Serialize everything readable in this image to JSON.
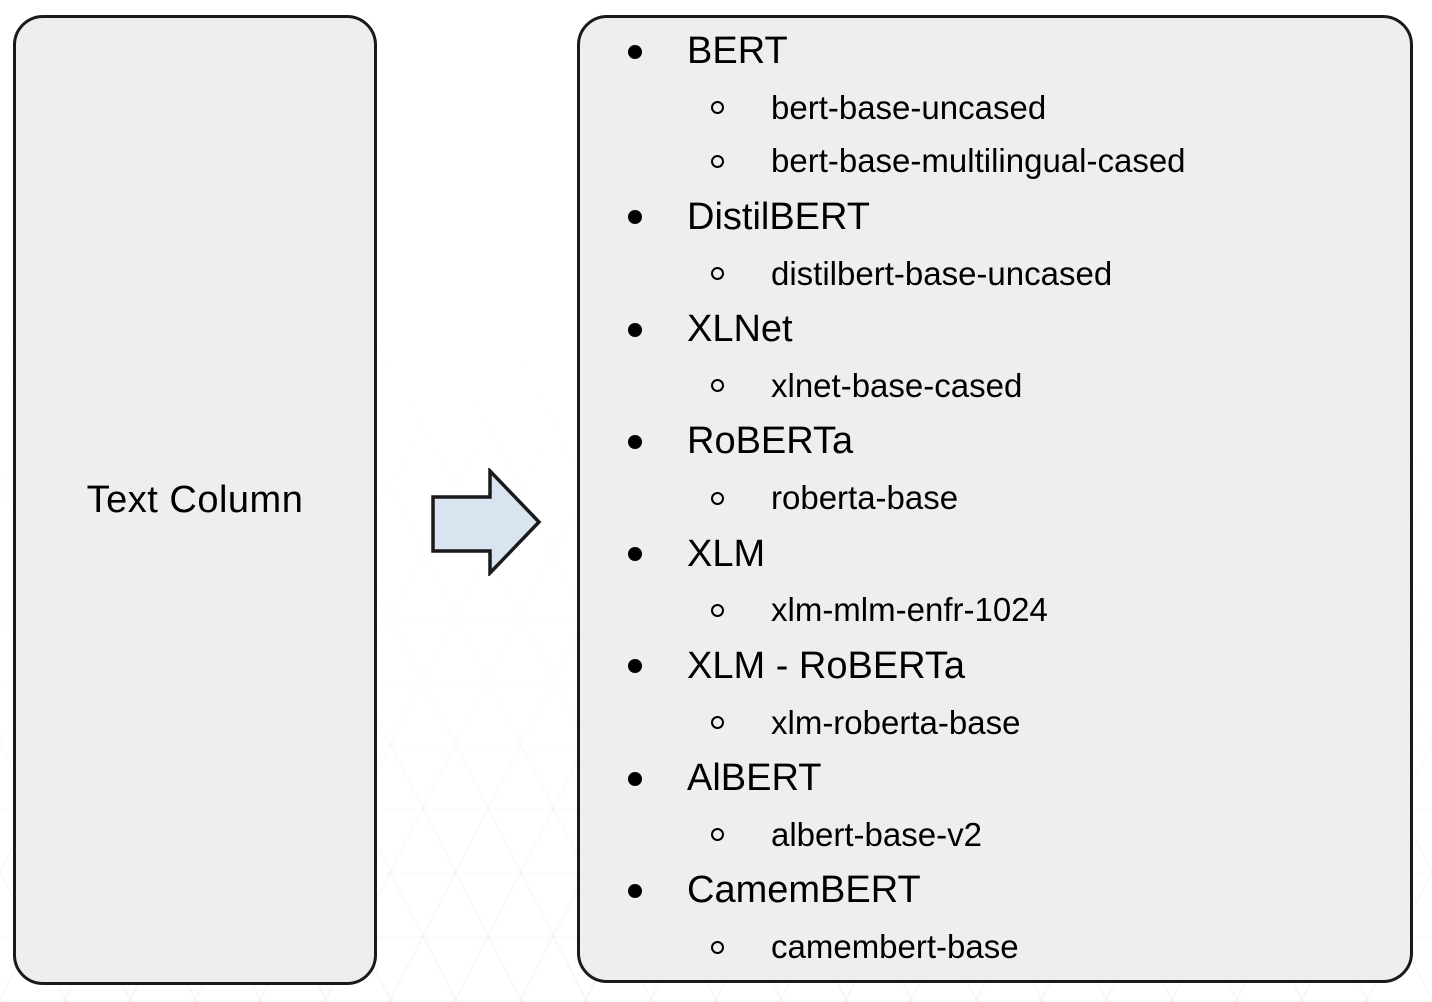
{
  "diagram": {
    "left_panel": {
      "label": "Text Column"
    },
    "arrow": {
      "name": "right-arrow",
      "direction": "right"
    },
    "right_panel": {
      "items": [
        {
          "label": "BERT",
          "children": [
            "bert-base-uncased",
            "bert-base-multilingual-cased"
          ]
        },
        {
          "label": "DistilBERT",
          "children": [
            "distilbert-base-uncased"
          ]
        },
        {
          "label": "XLNet",
          "children": [
            "xlnet-base-cased"
          ]
        },
        {
          "label": "RoBERTa",
          "children": [
            "roberta-base"
          ]
        },
        {
          "label": "XLM",
          "children": [
            "xlm-mlm-enfr-1024"
          ]
        },
        {
          "label": "XLM - RoBERTa",
          "children": [
            "xlm-roberta-base"
          ]
        },
        {
          "label": "AlBERT",
          "children": [
            "albert-base-v2"
          ]
        },
        {
          "label": "CamemBERT",
          "children": [
            "camembert-base"
          ]
        }
      ]
    },
    "colors": {
      "panel_fill": "#eeeeee",
      "panel_border": "#1a1a1a",
      "arrow_fill": "#d8e4f0",
      "arrow_stroke": "#1a1a1a",
      "text": "#000000"
    }
  }
}
